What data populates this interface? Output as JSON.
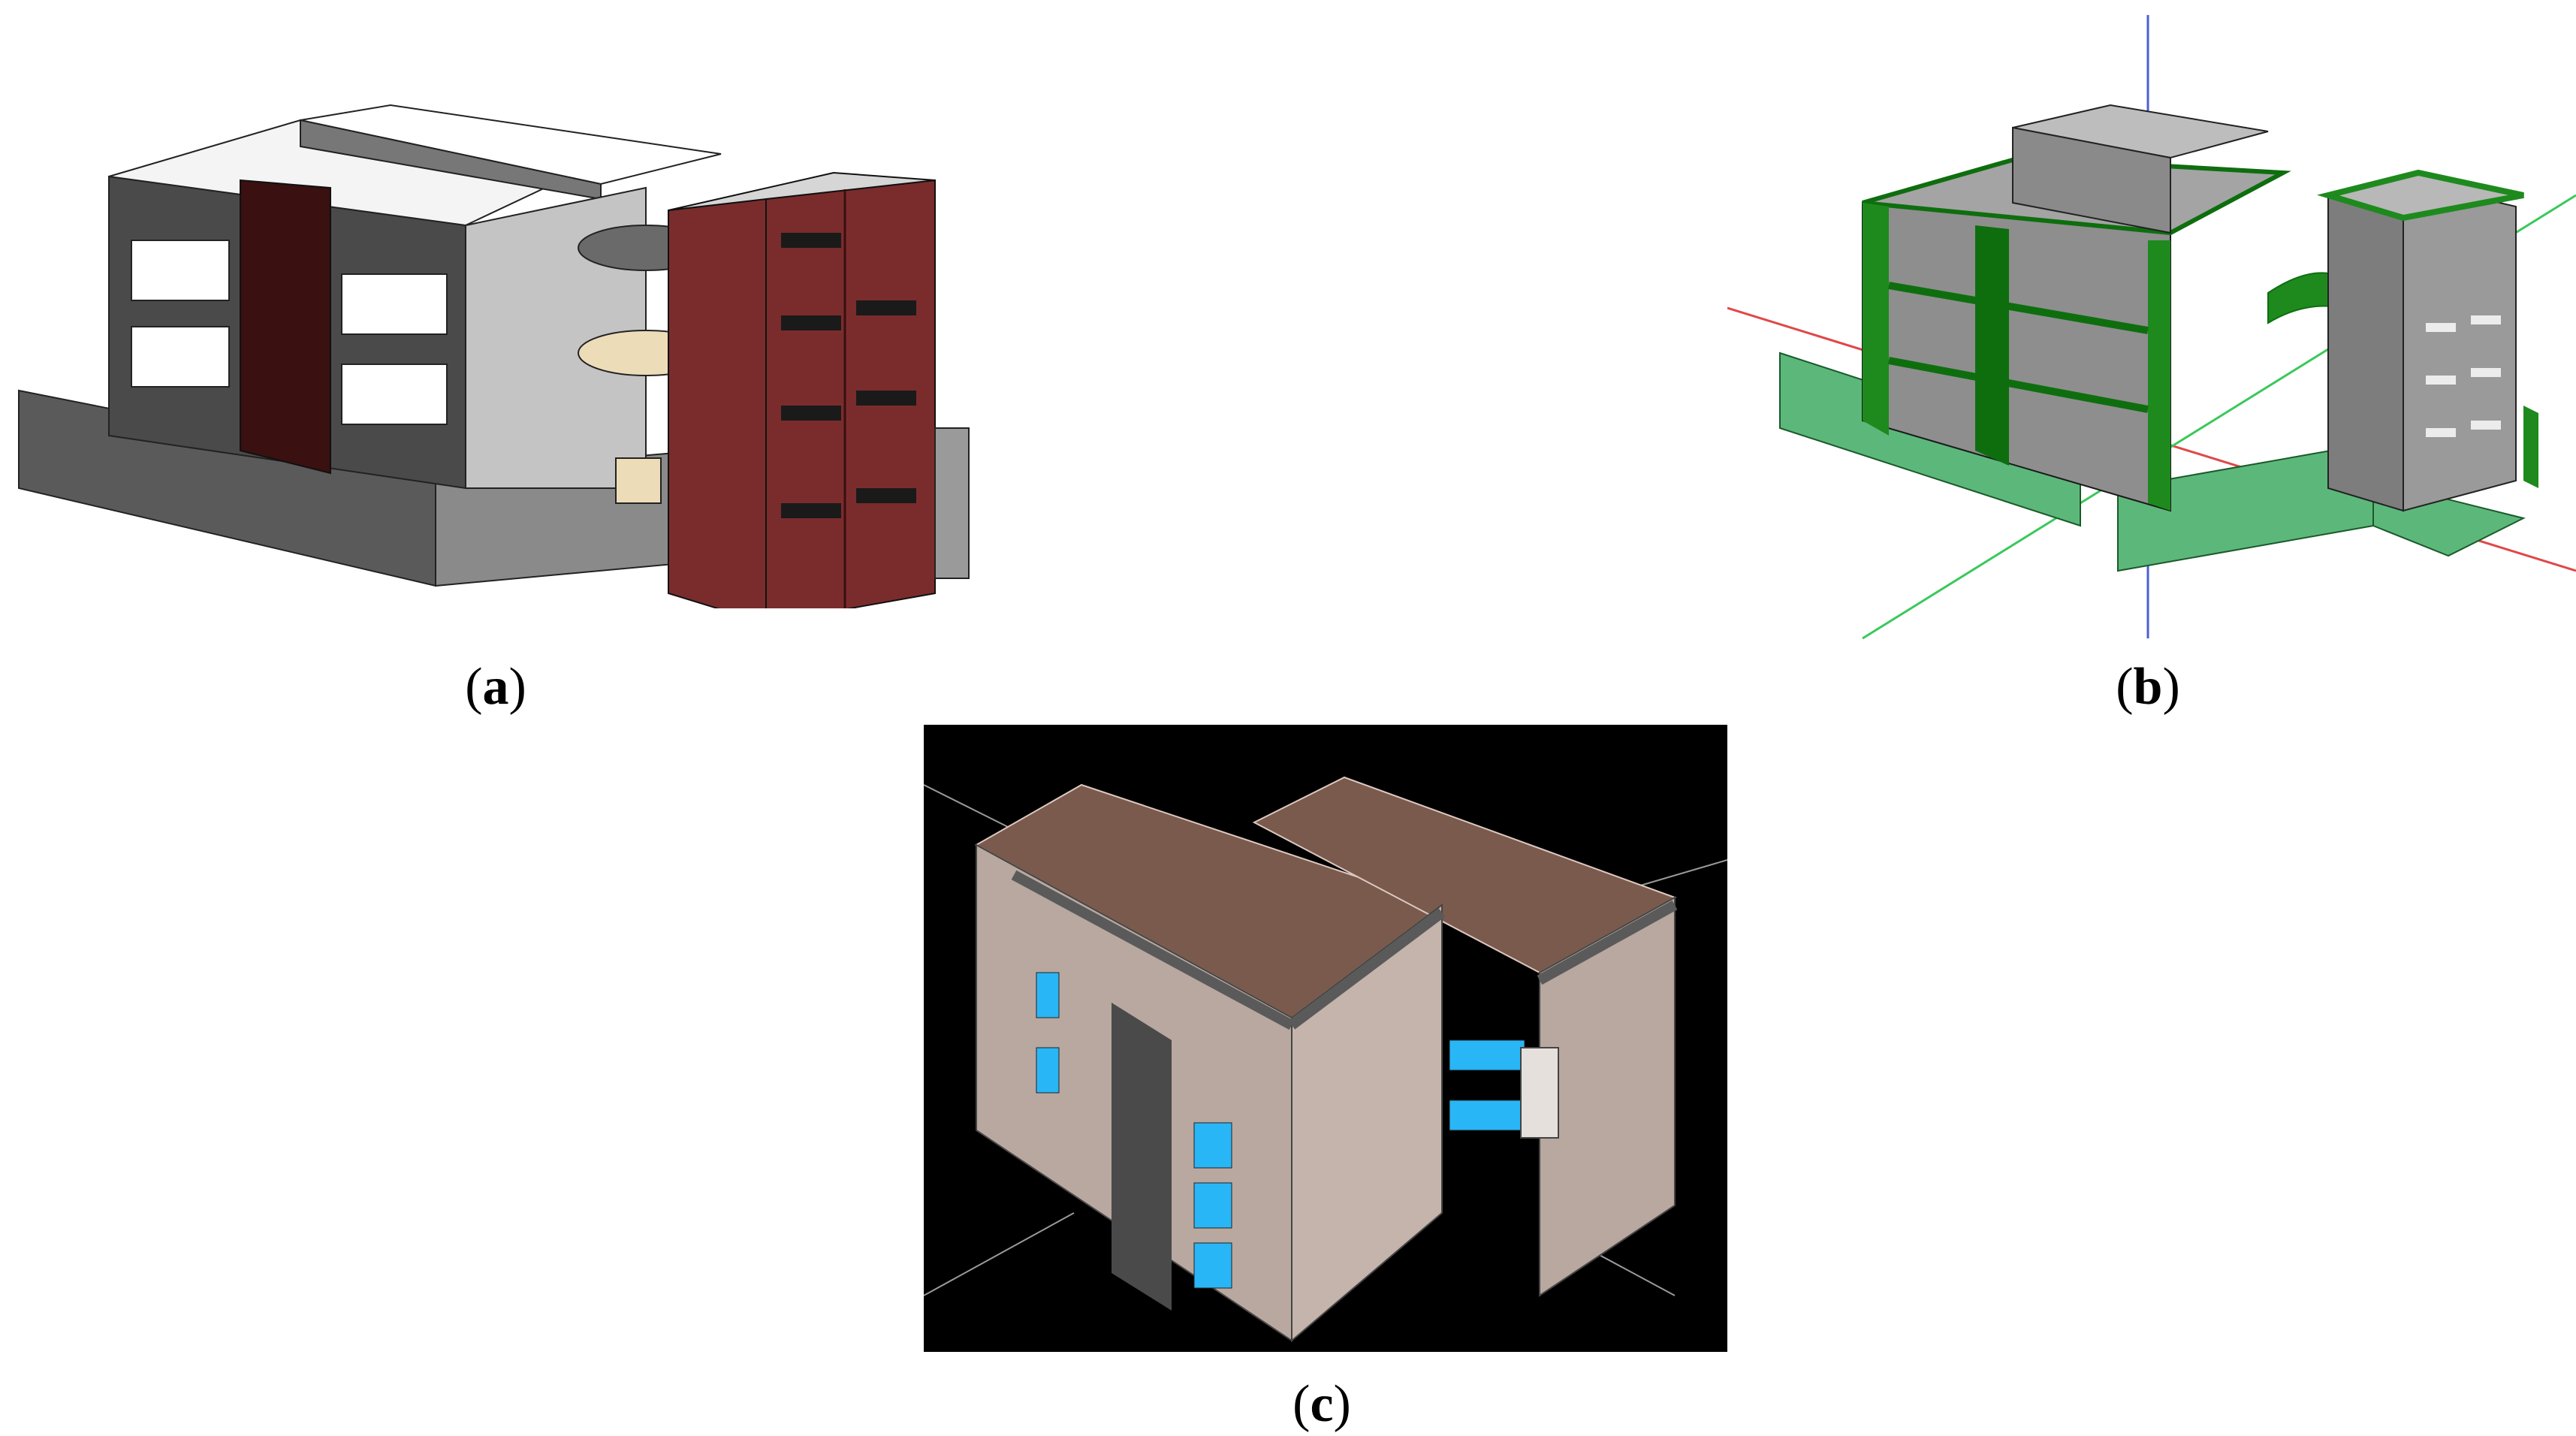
{
  "panels": [
    {
      "id": "a",
      "letter": "a",
      "render_style": "colored-architectural",
      "accent": "#7a2c2c"
    },
    {
      "id": "b",
      "letter": "b",
      "render_style": "energy-model-green",
      "accent": "#1e8a1e"
    },
    {
      "id": "c",
      "letter": "c",
      "render_style": "simulation-wireframe",
      "accent": "#8a6a5c"
    }
  ],
  "colors": {
    "wall_gray": "#9a9a9a",
    "wall_dark": "#4a4a4a",
    "brick_red": "#7a2c2c",
    "green_dark": "#0e6e0e",
    "green_light": "#5cb87a",
    "brown_roof": "#7a5a4c",
    "beige_wall": "#b8a8a0",
    "glass_blue": "#29b6f6",
    "background_c": "#000000"
  }
}
